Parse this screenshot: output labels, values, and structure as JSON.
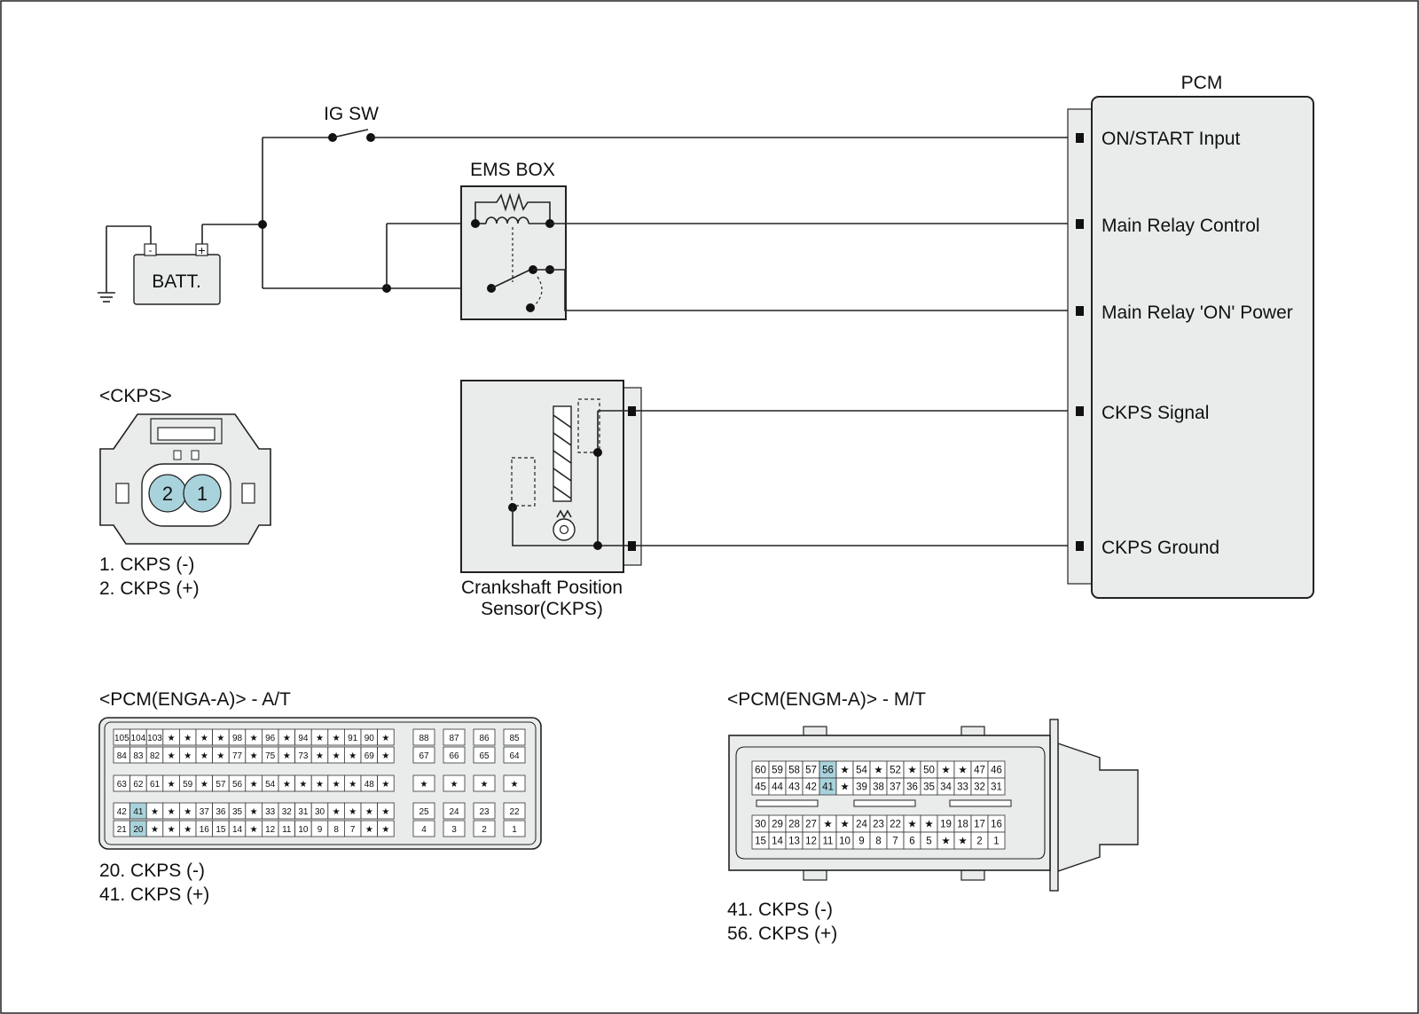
{
  "colors": {
    "highlight": "#a9d3dc",
    "panel": "#e9ecea",
    "line": "#222222"
  },
  "circuit": {
    "ig_sw": "IG SW",
    "ems_box": "EMS BOX",
    "battery": "BATT.",
    "battery_neg": "-",
    "battery_pos": "+",
    "pcm_title": "PCM",
    "pcm_terminals": [
      "ON/START Input",
      "Main Relay Control",
      "Main Relay 'ON' Power",
      "CKPS Signal",
      "CKPS Ground"
    ],
    "sensor_name_line1": "Crankshaft Position",
    "sensor_name_line2": "Sensor(CKPS)"
  },
  "ckps_connector": {
    "title": "<CKPS>",
    "pins": [
      "2",
      "1"
    ],
    "legend": [
      "1. CKPS (-)",
      "2. CKPS (+)"
    ]
  },
  "pcm_at": {
    "title": "<PCM(ENGA-A)> - A/T",
    "rows": [
      [
        "105",
        "104",
        "103",
        "★",
        "★",
        "★",
        "★",
        "98",
        "★",
        "96",
        "★",
        "94",
        "★",
        "★",
        "91",
        "90",
        "★"
      ],
      [
        "84",
        "83",
        "82",
        "★",
        "★",
        "★",
        "★",
        "77",
        "★",
        "75",
        "★",
        "73",
        "★",
        "★",
        "★",
        "69",
        "★"
      ],
      [
        "63",
        "62",
        "61",
        "★",
        "59",
        "★",
        "57",
        "56",
        "★",
        "54",
        "★",
        "★",
        "★",
        "★",
        "★",
        "48",
        "★"
      ],
      [
        "42",
        "41",
        "★",
        "★",
        "★",
        "37",
        "36",
        "35",
        "★",
        "33",
        "32",
        "31",
        "30",
        "★",
        "★",
        "★",
        "★"
      ],
      [
        "21",
        "20",
        "★",
        "★",
        "★",
        "16",
        "15",
        "14",
        "★",
        "12",
        "11",
        "10",
        "9",
        "8",
        "7",
        "★",
        "★"
      ]
    ],
    "side_rows": [
      [
        "88",
        "87",
        "86",
        "85"
      ],
      [
        "67",
        "66",
        "65",
        "64"
      ],
      [
        "★",
        "★",
        "★",
        "★"
      ],
      [
        "25",
        "24",
        "23",
        "22"
      ],
      [
        "4",
        "3",
        "2",
        "1"
      ]
    ],
    "highlight": [
      "20",
      "41"
    ],
    "legend": [
      "20. CKPS (-)",
      "41. CKPS (+)"
    ]
  },
  "pcm_mt": {
    "title": "<PCM(ENGM-A)> - M/T",
    "rows": [
      [
        "60",
        "59",
        "58",
        "57",
        "56",
        "★",
        "54",
        "★",
        "52",
        "★",
        "50",
        "★",
        "★",
        "47",
        "46"
      ],
      [
        "45",
        "44",
        "43",
        "42",
        "41",
        "★",
        "39",
        "38",
        "37",
        "36",
        "35",
        "34",
        "33",
        "32",
        "31"
      ],
      [
        "30",
        "29",
        "28",
        "27",
        "★",
        "★",
        "24",
        "23",
        "22",
        "★",
        "★",
        "19",
        "18",
        "17",
        "16"
      ],
      [
        "15",
        "14",
        "13",
        "12",
        "11",
        "10",
        "9",
        "8",
        "7",
        "6",
        "5",
        "★",
        "★",
        "2",
        "1"
      ]
    ],
    "highlight": [
      "41",
      "56"
    ],
    "legend": [
      "41. CKPS (-)",
      "56. CKPS (+)"
    ]
  }
}
